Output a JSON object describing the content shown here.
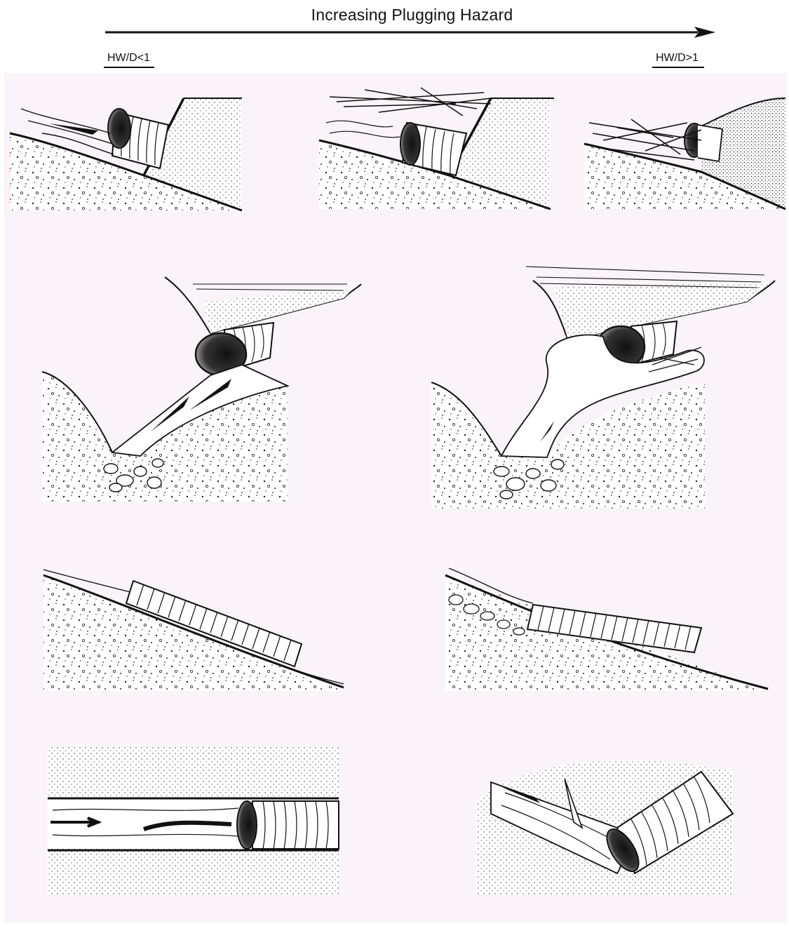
{
  "header": {
    "title": "Increasing Plugging Hazard",
    "left_label": "HW/D<1",
    "right_label": "HW/D>1"
  },
  "colors": {
    "line": "#111111",
    "panel_background": "#faf3f9",
    "soil": "#ffffff"
  },
  "scenes": [
    {
      "row": 1,
      "col": 1,
      "content": "culvert-inlet-slope-stream"
    },
    {
      "row": 1,
      "col": 2,
      "content": "culvert-inlet-slope-debris-on-fill"
    },
    {
      "row": 1,
      "col": 3,
      "content": "culvert-inlet-debris-jam"
    },
    {
      "row": 2,
      "col": 1,
      "content": "skewed-culvert-channel"
    },
    {
      "row": 2,
      "col": 2,
      "content": "skewed-culvert-channel-overflow"
    },
    {
      "row": 3,
      "col": 1,
      "content": "culvert-profile-slope"
    },
    {
      "row": 3,
      "col": 2,
      "content": "culvert-profile-slope-sediment"
    },
    {
      "row": 4,
      "col": 1,
      "content": "culvert-plan-aligned-flow"
    },
    {
      "row": 4,
      "col": 2,
      "content": "culvert-plan-angled-flow"
    }
  ]
}
